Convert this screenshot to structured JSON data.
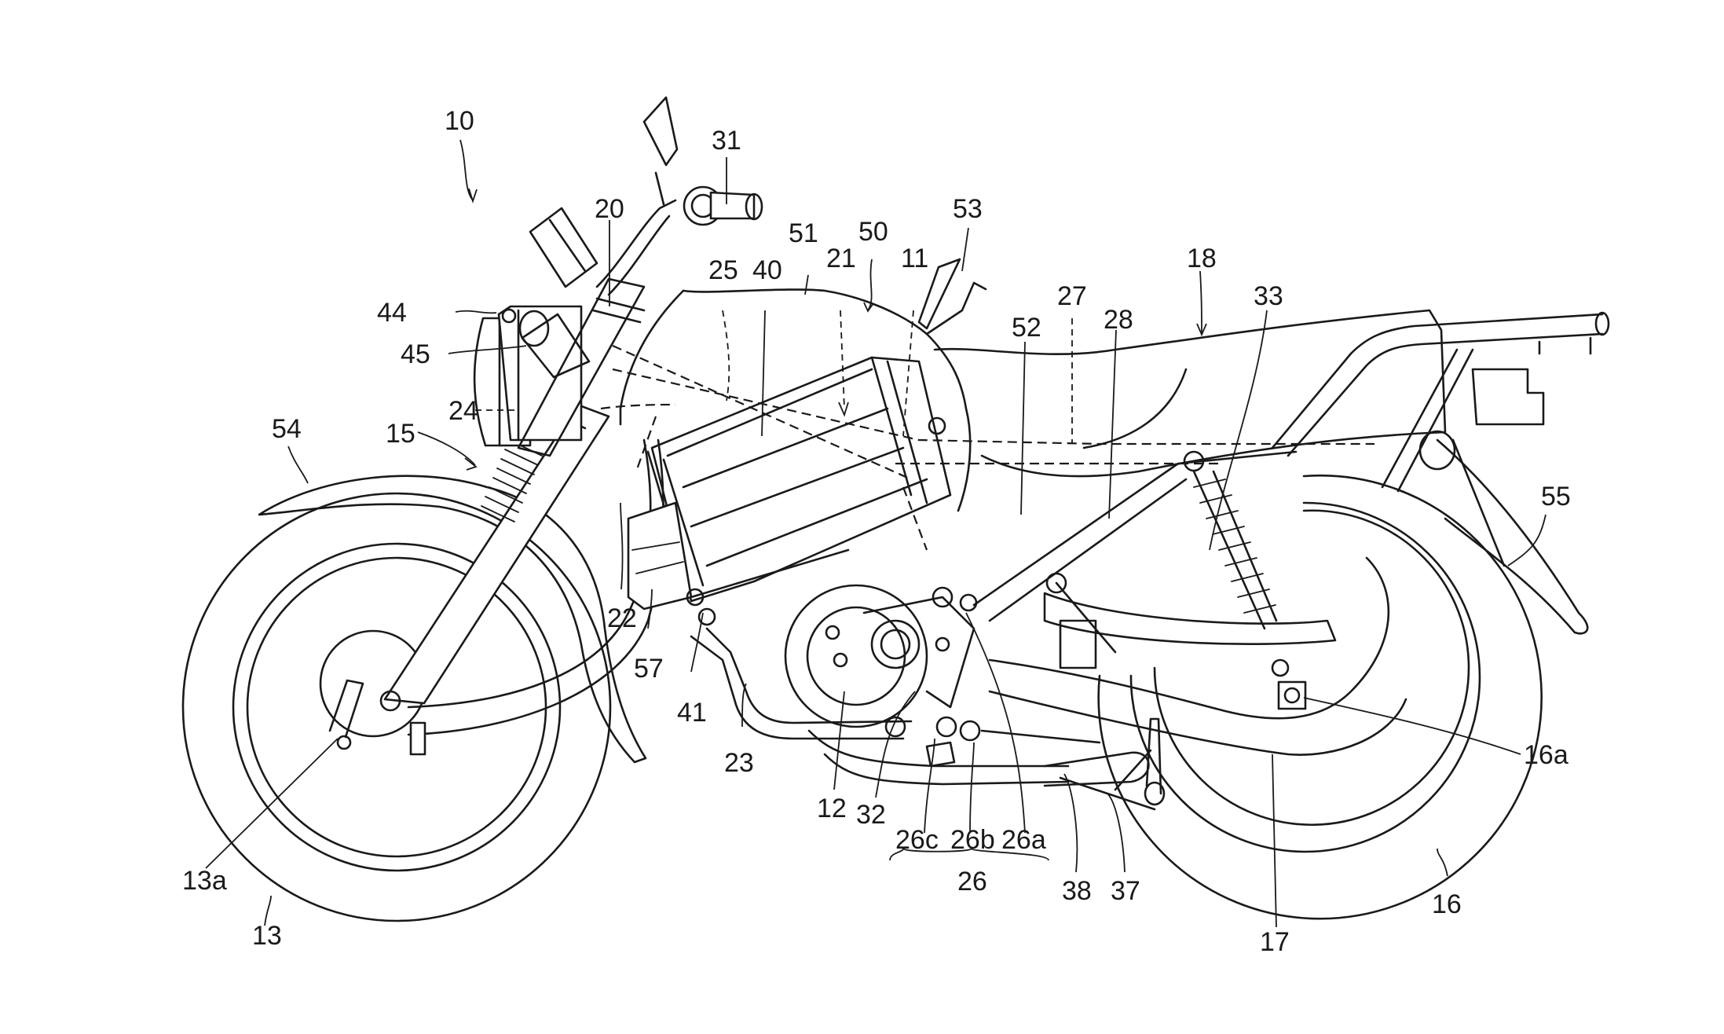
{
  "figure": {
    "subject": "Electric motorcycle side view (patent drawing)",
    "labels": {
      "l10": "10",
      "l31": "31",
      "l20": "20",
      "l53": "53",
      "l51": "51",
      "l50": "50",
      "l25": "25",
      "l40": "40",
      "l21": "21",
      "l11": "11",
      "l18": "18",
      "l27": "27",
      "l33": "33",
      "l28": "28",
      "l52": "52",
      "l44": "44",
      "l45": "45",
      "l24": "24",
      "l54": "54",
      "l15": "15",
      "l55": "55",
      "l22": "22",
      "l57": "57",
      "l41": "41",
      "l23": "23",
      "l12": "12",
      "l32": "32",
      "l26c": "26c",
      "l26b": "26b",
      "l26a": "26a",
      "l26": "26",
      "l38": "38",
      "l37": "37",
      "l16a": "16a",
      "l17": "17",
      "l16": "16",
      "l13a": "13a",
      "l13": "13"
    }
  }
}
